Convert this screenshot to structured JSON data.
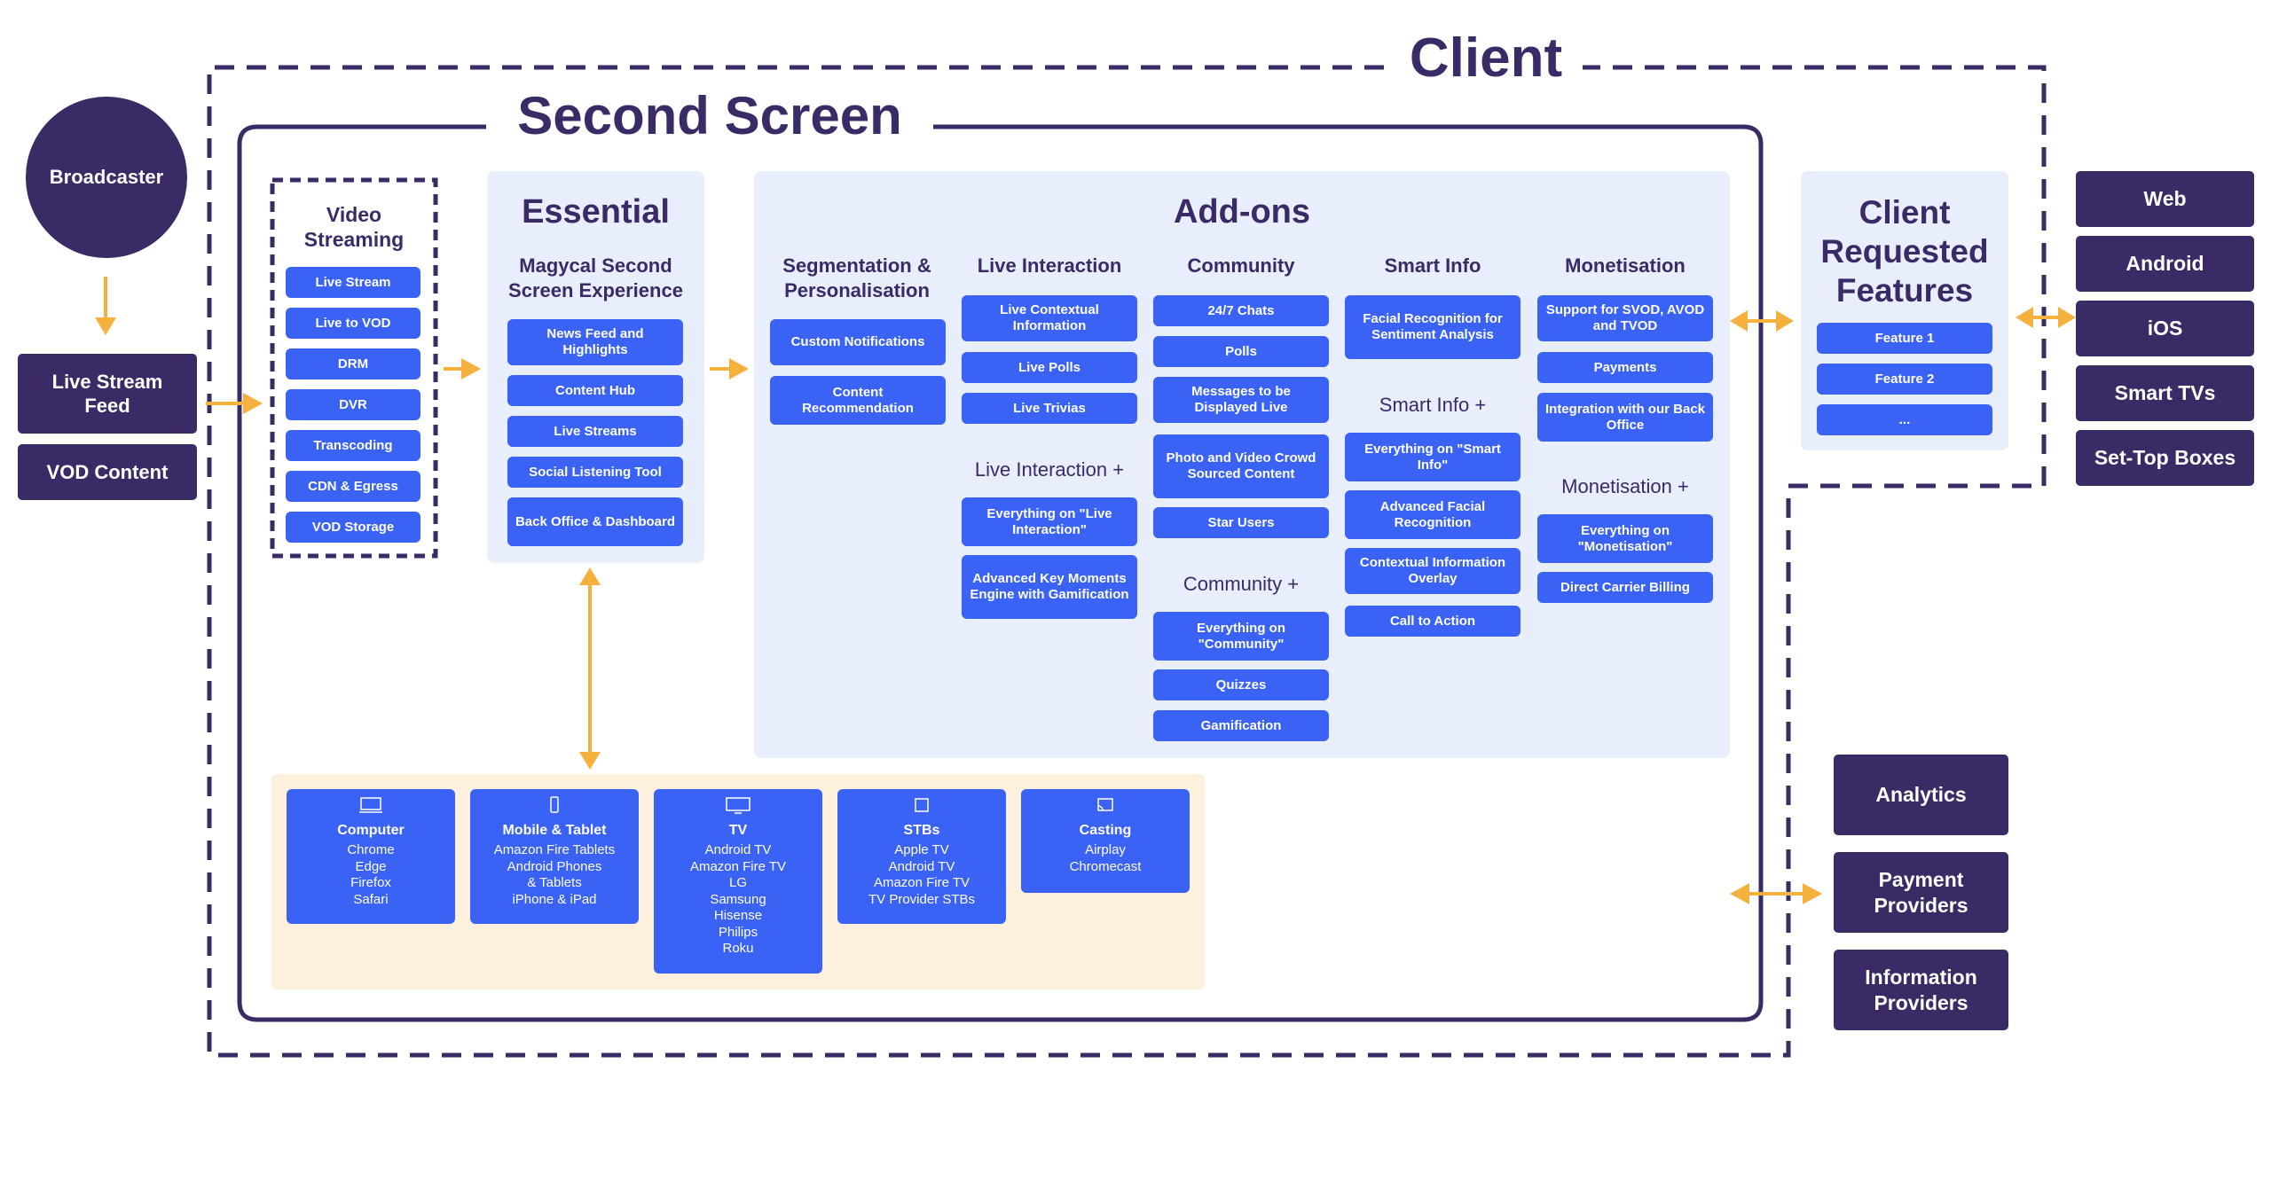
{
  "colors": {
    "purple": "#3a2a66",
    "blue": "#3a62f5",
    "panel": "#e8eefc",
    "devices_panel": "#fdf0dc",
    "arrow": "#f5b13d"
  },
  "client": {
    "title": "Client"
  },
  "second_screen": {
    "title": "Second Screen"
  },
  "inputs": {
    "broadcaster": "Broadcaster",
    "live_stream_feed": "Live Stream Feed",
    "vod_content": "VOD Content"
  },
  "video_streaming": {
    "title": "Video Streaming",
    "items": [
      "Live Stream",
      "Live to VOD",
      "DRM",
      "DVR",
      "Transcoding",
      "CDN & Egress",
      "VOD Storage"
    ]
  },
  "essential": {
    "title": "Essential",
    "subtitle": "Magycal Second Screen Experience",
    "items": [
      "News Feed and Highlights",
      "Content Hub",
      "Live Streams",
      "Social Listening Tool",
      "Back Office & Dashboard"
    ]
  },
  "addons": {
    "title": "Add-ons",
    "columns": {
      "segmentation": {
        "title": "Segmentation & Personalisation",
        "items": [
          "Custom Notifications",
          "Content Recommendation"
        ]
      },
      "live_interaction": {
        "title": "Live Interaction",
        "items": [
          "Live Contextual Information",
          "Live Polls",
          "Live Trivias"
        ],
        "plus_title": "Live Interaction +",
        "plus_items": [
          "Everything on \"Live Interaction\"",
          "Advanced Key Moments Engine with Gamification"
        ]
      },
      "community": {
        "title": "Community",
        "items": [
          "24/7 Chats",
          "Polls",
          "Messages to be Displayed Live",
          "Photo and Video Crowd Sourced Content",
          "Star Users"
        ],
        "plus_title": "Community +",
        "plus_items": [
          "Everything on \"Community\"",
          "Quizzes",
          "Gamification"
        ]
      },
      "smart_info": {
        "title": "Smart Info",
        "items": [
          "Facial Recognition for Sentiment Analysis"
        ],
        "plus_title": "Smart Info +",
        "plus_items": [
          "Everything on \"Smart Info\"",
          "Advanced Facial Recognition",
          "Contextual Information Overlay",
          "Call to Action"
        ]
      },
      "monetisation": {
        "title": "Monetisation",
        "items": [
          "Support for SVOD, AVOD and TVOD",
          "Payments",
          "Integration with our Back Office"
        ],
        "plus_title": "Monetisation +",
        "plus_items": [
          "Everything on \"Monetisation\"",
          "Direct Carrier Billing"
        ]
      }
    }
  },
  "devices": [
    {
      "icon": "computer-icon",
      "title": "Computer",
      "items": [
        "Chrome",
        "Edge",
        "Firefox",
        "Safari"
      ]
    },
    {
      "icon": "mobile-icon",
      "title": "Mobile & Tablet",
      "items": [
        "Amazon Fire Tablets",
        "Android Phones",
        "& Tablets",
        "iPhone & iPad"
      ]
    },
    {
      "icon": "tv-icon",
      "title": "TV",
      "items": [
        "Android TV",
        "Amazon Fire TV",
        "LG",
        "Samsung",
        "Hisense",
        "Philips",
        "Roku"
      ]
    },
    {
      "icon": "stb-icon",
      "title": "STBs",
      "items": [
        "Apple TV",
        "Android TV",
        "Amazon Fire TV",
        "TV Provider STBs"
      ]
    },
    {
      "icon": "cast-icon",
      "title": "Casting",
      "items": [
        "Airplay",
        "Chromecast"
      ]
    }
  ],
  "client_requested": {
    "title": "Client Requested Features",
    "items": [
      "Feature 1",
      "Feature 2",
      "..."
    ]
  },
  "platforms": [
    "Web",
    "Android",
    "iOS",
    "Smart TVs",
    "Set-Top Boxes"
  ],
  "providers": [
    "Analytics",
    "Payment Providers",
    "Information Providers"
  ]
}
